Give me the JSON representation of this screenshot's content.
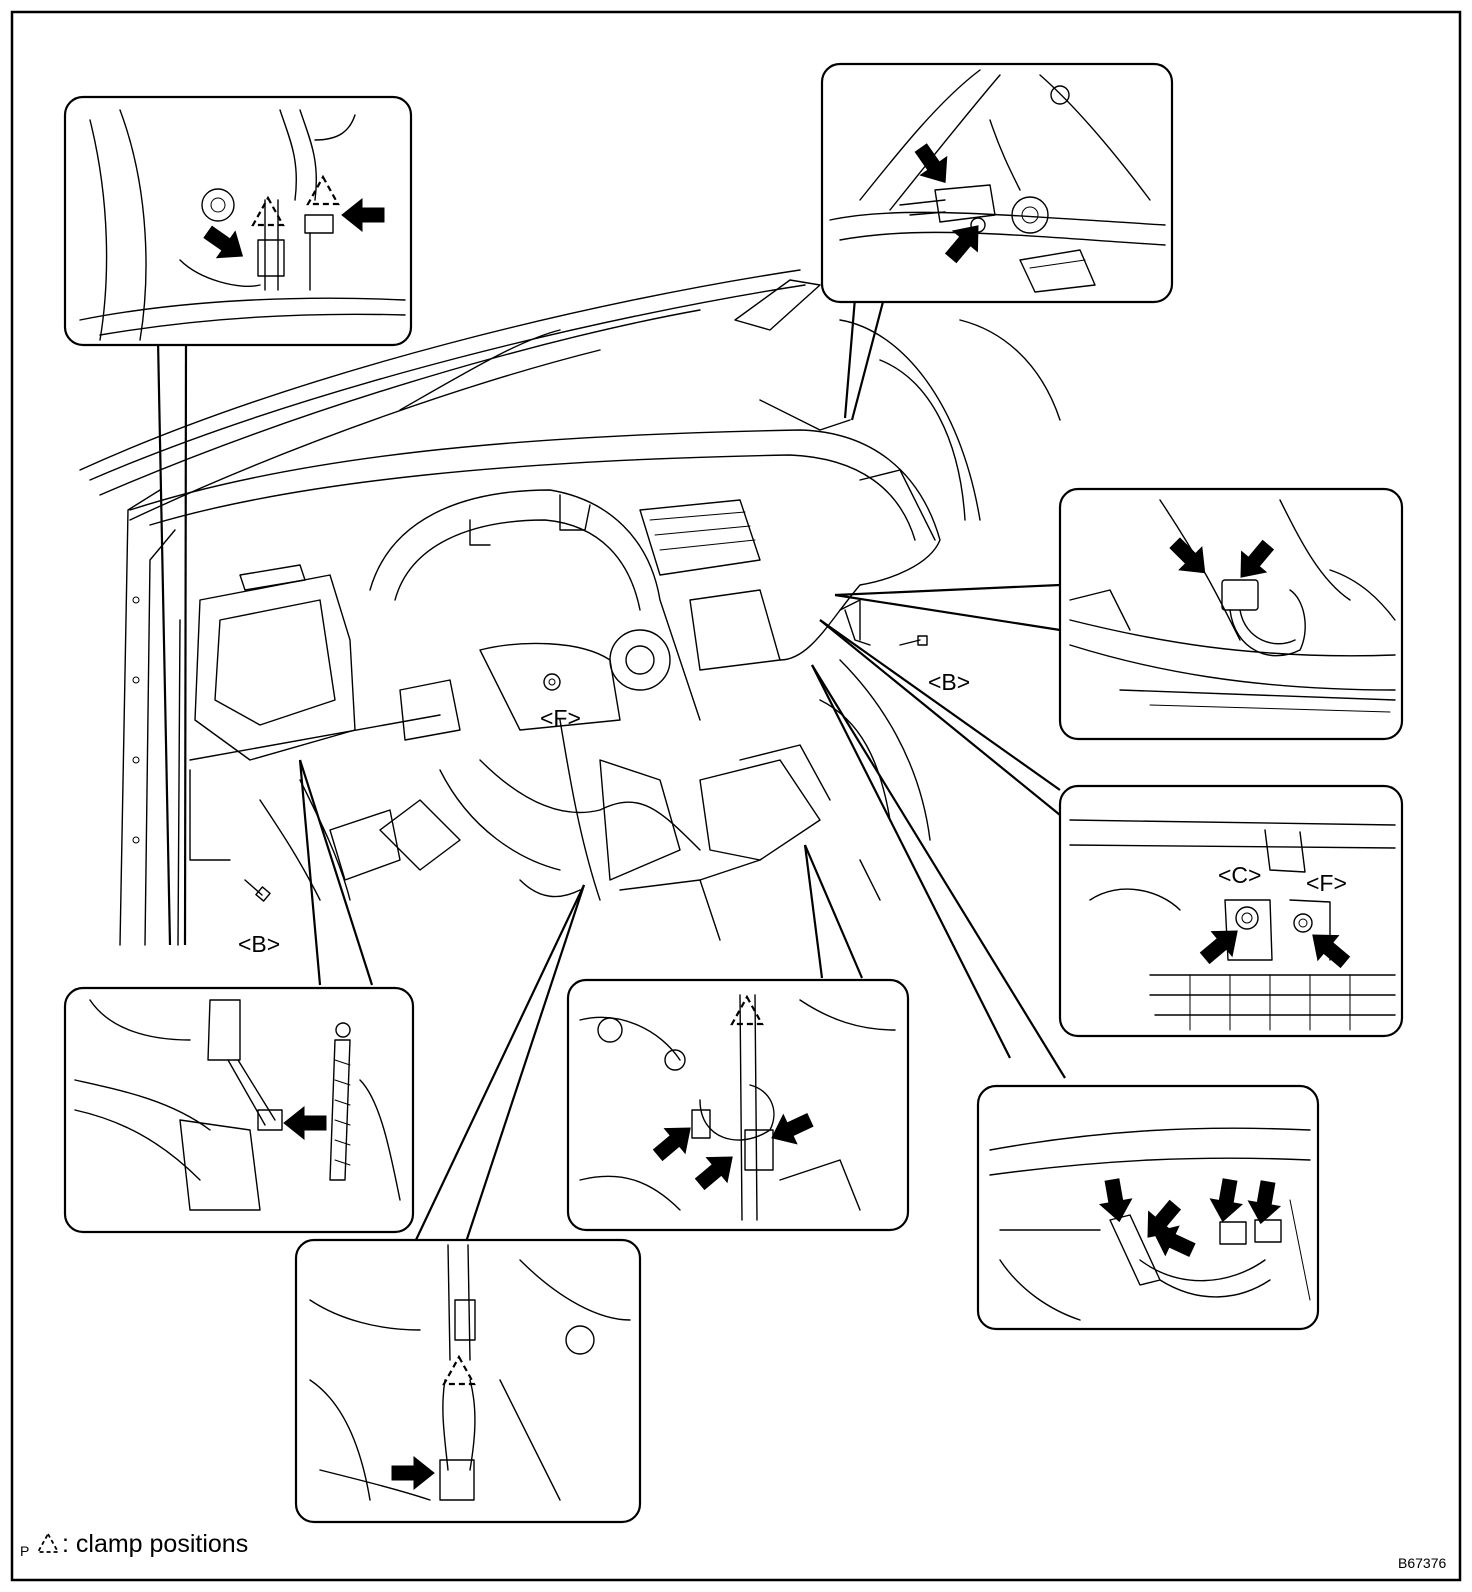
{
  "labels": {
    "b_left": "<B>",
    "b_right": "<B>",
    "f_center": "<F>",
    "c_detail": "<C>",
    "f_detail": "<F>"
  },
  "legend": {
    "prefix": "P",
    "text": ": clamp positions"
  },
  "figure_code": "B67376"
}
